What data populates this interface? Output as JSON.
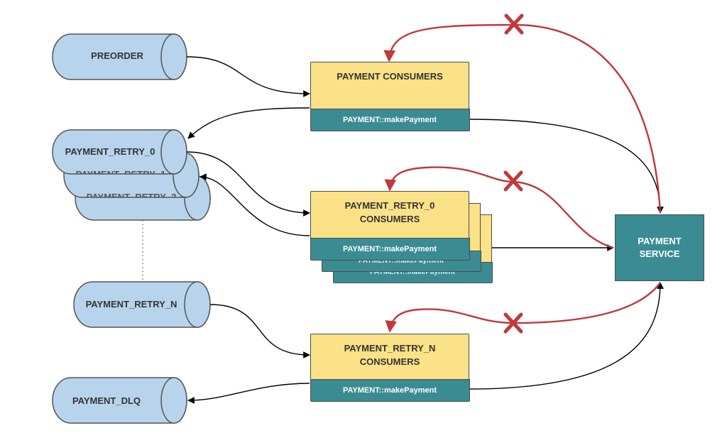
{
  "queues": {
    "preorder": "PREORDER",
    "retry_0": "PAYMENT_RETRY_0",
    "retry_1": "PAYMENT_RETRY_1",
    "retry_2": "PAYMENT_RETRY_2",
    "retry_n": "PAYMENT_RETRY_N",
    "dlq": "PAYMENT_DLQ"
  },
  "consumers": {
    "main": {
      "title": "PAYMENT CONSUMERS",
      "method": "PAYMENT::makePayment"
    },
    "retry_0": {
      "title_line1": "PAYMENT_RETRY_0",
      "title_line2": "CONSUMERS",
      "method": "PAYMENT::makePayment"
    },
    "retry_n": {
      "title_line1": "PAYMENT_RETRY_N",
      "title_line2": "CONSUMERS",
      "method": "PAYMENT::makePayment"
    }
  },
  "service": {
    "line1": "PAYMENT",
    "line2": "SERVICE"
  },
  "colors": {
    "queue_fill": "#b8d4ec",
    "consumer_fill": "#fbe187",
    "method_bar": "#3a8c92",
    "service_fill": "#3a8c92",
    "failure_arrow": "#c0393b",
    "flow_arrow": "#000000"
  },
  "icons": {
    "failure": "red-x-icon"
  }
}
